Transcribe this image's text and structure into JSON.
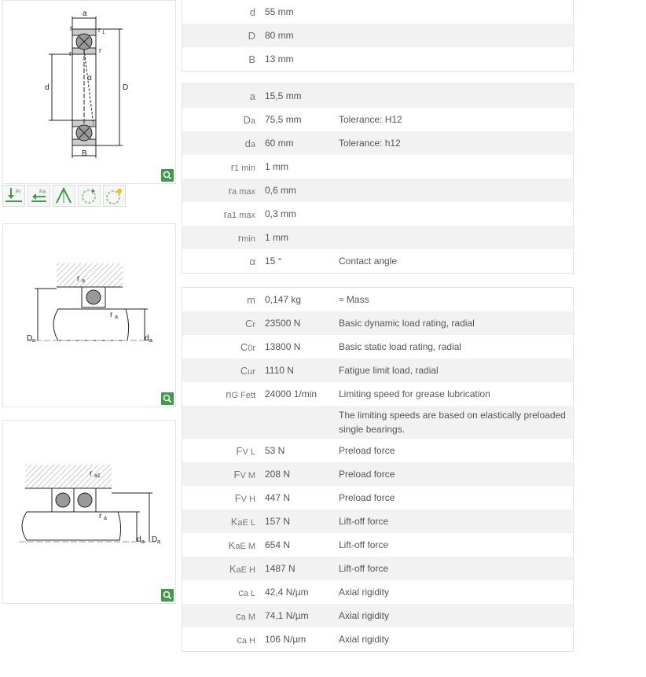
{
  "dimensions": [
    {
      "sym": "d",
      "value": "55",
      "unit": "mm",
      "desc": ""
    },
    {
      "sym": "D",
      "value": "80",
      "unit": "mm",
      "desc": ""
    },
    {
      "sym": "B",
      "value": "13",
      "unit": "mm",
      "desc": ""
    }
  ],
  "mounting": [
    {
      "sym": "a",
      "sub": "",
      "value": "15,5",
      "unit": "mm",
      "desc": ""
    },
    {
      "sym": "D",
      "sub": "a",
      "value": "75,5",
      "unit": "mm",
      "desc": "Tolerance: H12"
    },
    {
      "sym": "d",
      "sub": "a",
      "value": "60",
      "unit": "mm",
      "desc": "Tolerance: h12"
    },
    {
      "sym": "r",
      "sub": "1 min",
      "value": "1",
      "unit": "mm",
      "desc": ""
    },
    {
      "sym": "r",
      "sub": "a max",
      "value": "0,6",
      "unit": "mm",
      "desc": ""
    },
    {
      "sym": "r",
      "sub": "a1 max",
      "value": "0,3",
      "unit": "mm",
      "desc": ""
    },
    {
      "sym": "r",
      "sub": "min",
      "value": "1",
      "unit": "mm",
      "desc": ""
    },
    {
      "sym": "α",
      "sub": "",
      "value": "15",
      "unit": "°",
      "desc": "Contact angle"
    }
  ],
  "ratings": [
    {
      "sym": "m",
      "sub": "",
      "value": "0,147",
      "unit": "kg",
      "desc": "≈ Mass"
    },
    {
      "sym": "C",
      "sub": "r",
      "value": "23500",
      "unit": "N",
      "desc": "Basic dynamic load rating, radial"
    },
    {
      "sym": "C",
      "sub": "0r",
      "value": "13800",
      "unit": "N",
      "desc": "Basic static load rating, radial"
    },
    {
      "sym": "C",
      "sub": "ur",
      "value": "1110",
      "unit": "N",
      "desc": "Fatigue limit load, radial"
    },
    {
      "sym": "n",
      "sub": "G Fett",
      "value": "24000",
      "unit": "1/min",
      "desc": "Limiting speed for grease lubrication"
    },
    {
      "sym": "",
      "sub": "",
      "value": "",
      "unit": "",
      "desc": "The limiting speeds are based on elastically preloaded single bearings.",
      "note": true
    },
    {
      "sym": "F",
      "sub": "V L",
      "value": "53",
      "unit": "N",
      "desc": "Preload force"
    },
    {
      "sym": "F",
      "sub": "V M",
      "value": "208",
      "unit": "N",
      "desc": "Preload force"
    },
    {
      "sym": "F",
      "sub": "V H",
      "value": "447",
      "unit": "N",
      "desc": "Preload force"
    },
    {
      "sym": "K",
      "sub": "aE L",
      "value": "157",
      "unit": "N",
      "desc": "Lift-off force"
    },
    {
      "sym": "K",
      "sub": "aE M",
      "value": "654",
      "unit": "N",
      "desc": "Lift-off force"
    },
    {
      "sym": "K",
      "sub": "aE H",
      "value": "1487",
      "unit": "N",
      "desc": "Lift-off force"
    },
    {
      "sym": "c",
      "sub": "a L",
      "value": "42,4",
      "unit": "N/µm",
      "desc": "Axial rigidity"
    },
    {
      "sym": "c",
      "sub": "a M",
      "value": "74,1",
      "unit": "N/µm",
      "desc": "Axial rigidity"
    },
    {
      "sym": "c",
      "sub": "a H",
      "value": "106",
      "unit": "N/µm",
      "desc": "Axial rigidity"
    }
  ],
  "drawing1": {
    "a": "a",
    "r1": "r",
    "r1sub": "1",
    "r": "r",
    "d": "d",
    "D": "D",
    "B": "B",
    "alpha": "α"
  },
  "drawing2": {
    "ra": "r",
    "rasub": "a",
    "Da": "D",
    "Dasub": "a",
    "da": "d",
    "dasub": "a"
  },
  "drawing3": {
    "ra1": "r",
    "ra1sub": "a1",
    "ra": "r",
    "rasub": "a",
    "da": "d",
    "dasub": "a",
    "Da": "D",
    "Dasub": "a"
  },
  "icons": [
    "radial-load-icon",
    "axial-load-icon",
    "angular-contact-icon",
    "rotation-icon",
    "speed-icon"
  ],
  "colors": {
    "accent": "#3e9b46",
    "row_alt": "#f2f2f2",
    "border": "#e2e2e2"
  }
}
